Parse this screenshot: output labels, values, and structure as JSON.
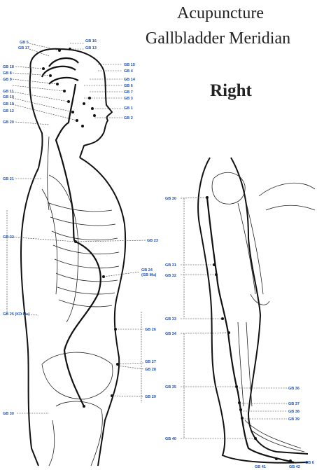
{
  "title_line1": "Acupuncture",
  "title_line2": "Gallbladder Meridian",
  "side": "Right",
  "head_left": [
    "GB 5",
    "GB 17",
    "GB 18",
    "GB 8",
    "GB 9",
    "GB 11",
    "GB 10",
    "GB 19",
    "GB 12",
    "GB 20"
  ],
  "head_right": [
    "GB 16",
    "GB 13",
    "GB 15",
    "GB 4",
    "GB 14",
    "GB 6",
    "GB 7",
    "GB 3",
    "GB 1",
    "GB 2"
  ],
  "torso_left": [
    "GB 21",
    "GB 22",
    "GB 25 (KD Mu)",
    "GB 30"
  ],
  "torso_right": [
    "GB 23",
    "GB 24",
    "(GB Mu)",
    "GB 26",
    "GB 27",
    "GB 28",
    "GB 29"
  ],
  "leg_left": [
    "GB 30",
    "GB 31",
    "GB 32",
    "GB 33",
    "GB 34",
    "GB 35",
    "GB 40"
  ],
  "leg_right": [
    "GB 36",
    "GB 37",
    "GB 38",
    "GB 39"
  ],
  "foot": [
    "GB 41",
    "GB 42",
    "GB 6"
  ]
}
